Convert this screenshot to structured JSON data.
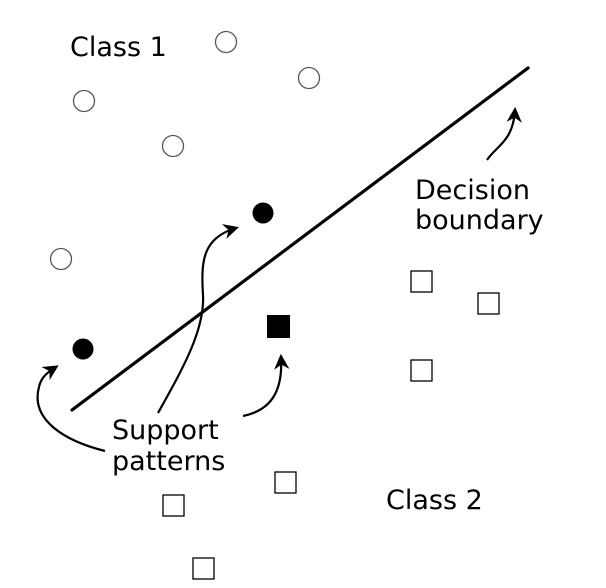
{
  "labels": {
    "class1": "Class 1",
    "class2": "Class 2",
    "decision_line1": "Decision",
    "decision_line2": "boundary",
    "support_line1": "Support",
    "support_line2": "patterns"
  },
  "colors": {
    "ink": "#000000",
    "class1_marker_fill": "#ffffff",
    "class1_marker_stroke": "#555555",
    "support_fill": "#000000"
  },
  "markers": {
    "class1": "open-circle",
    "class2": "open-square",
    "support_class1": "filled-circle",
    "support_class2": "filled-square"
  }
}
